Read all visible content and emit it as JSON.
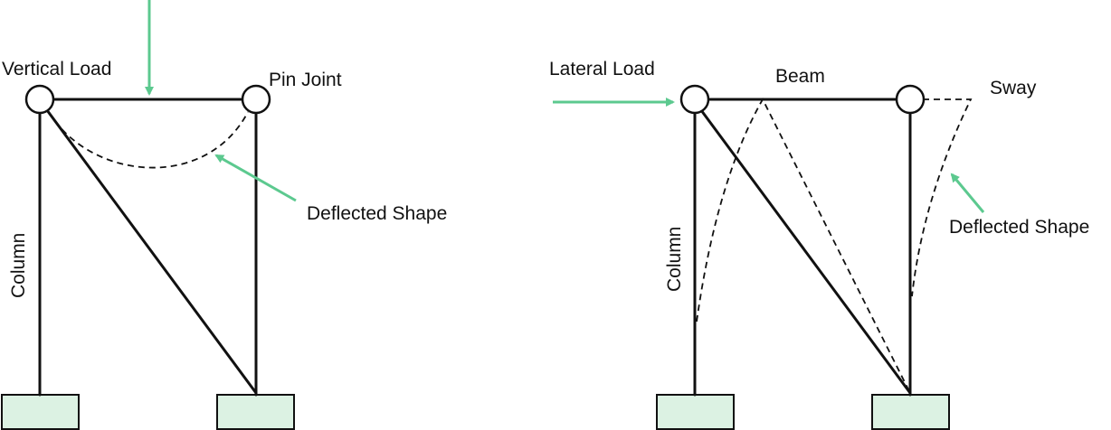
{
  "colors": {
    "load_arrow": "#5cc98f",
    "support_fill": "#dcf2e3",
    "line": "#111111"
  },
  "left_frame": {
    "vertical_load_label": "Vertical Load",
    "pin_joint_label": "Pin Joint",
    "deflected_shape_label": "Deflected Shape",
    "column_label": "Column"
  },
  "right_frame": {
    "lateral_load_label": "Lateral Load",
    "beam_label": "Beam",
    "sway_label": "Sway",
    "deflected_shape_label": "Deflected Shape",
    "column_label": "Column"
  }
}
